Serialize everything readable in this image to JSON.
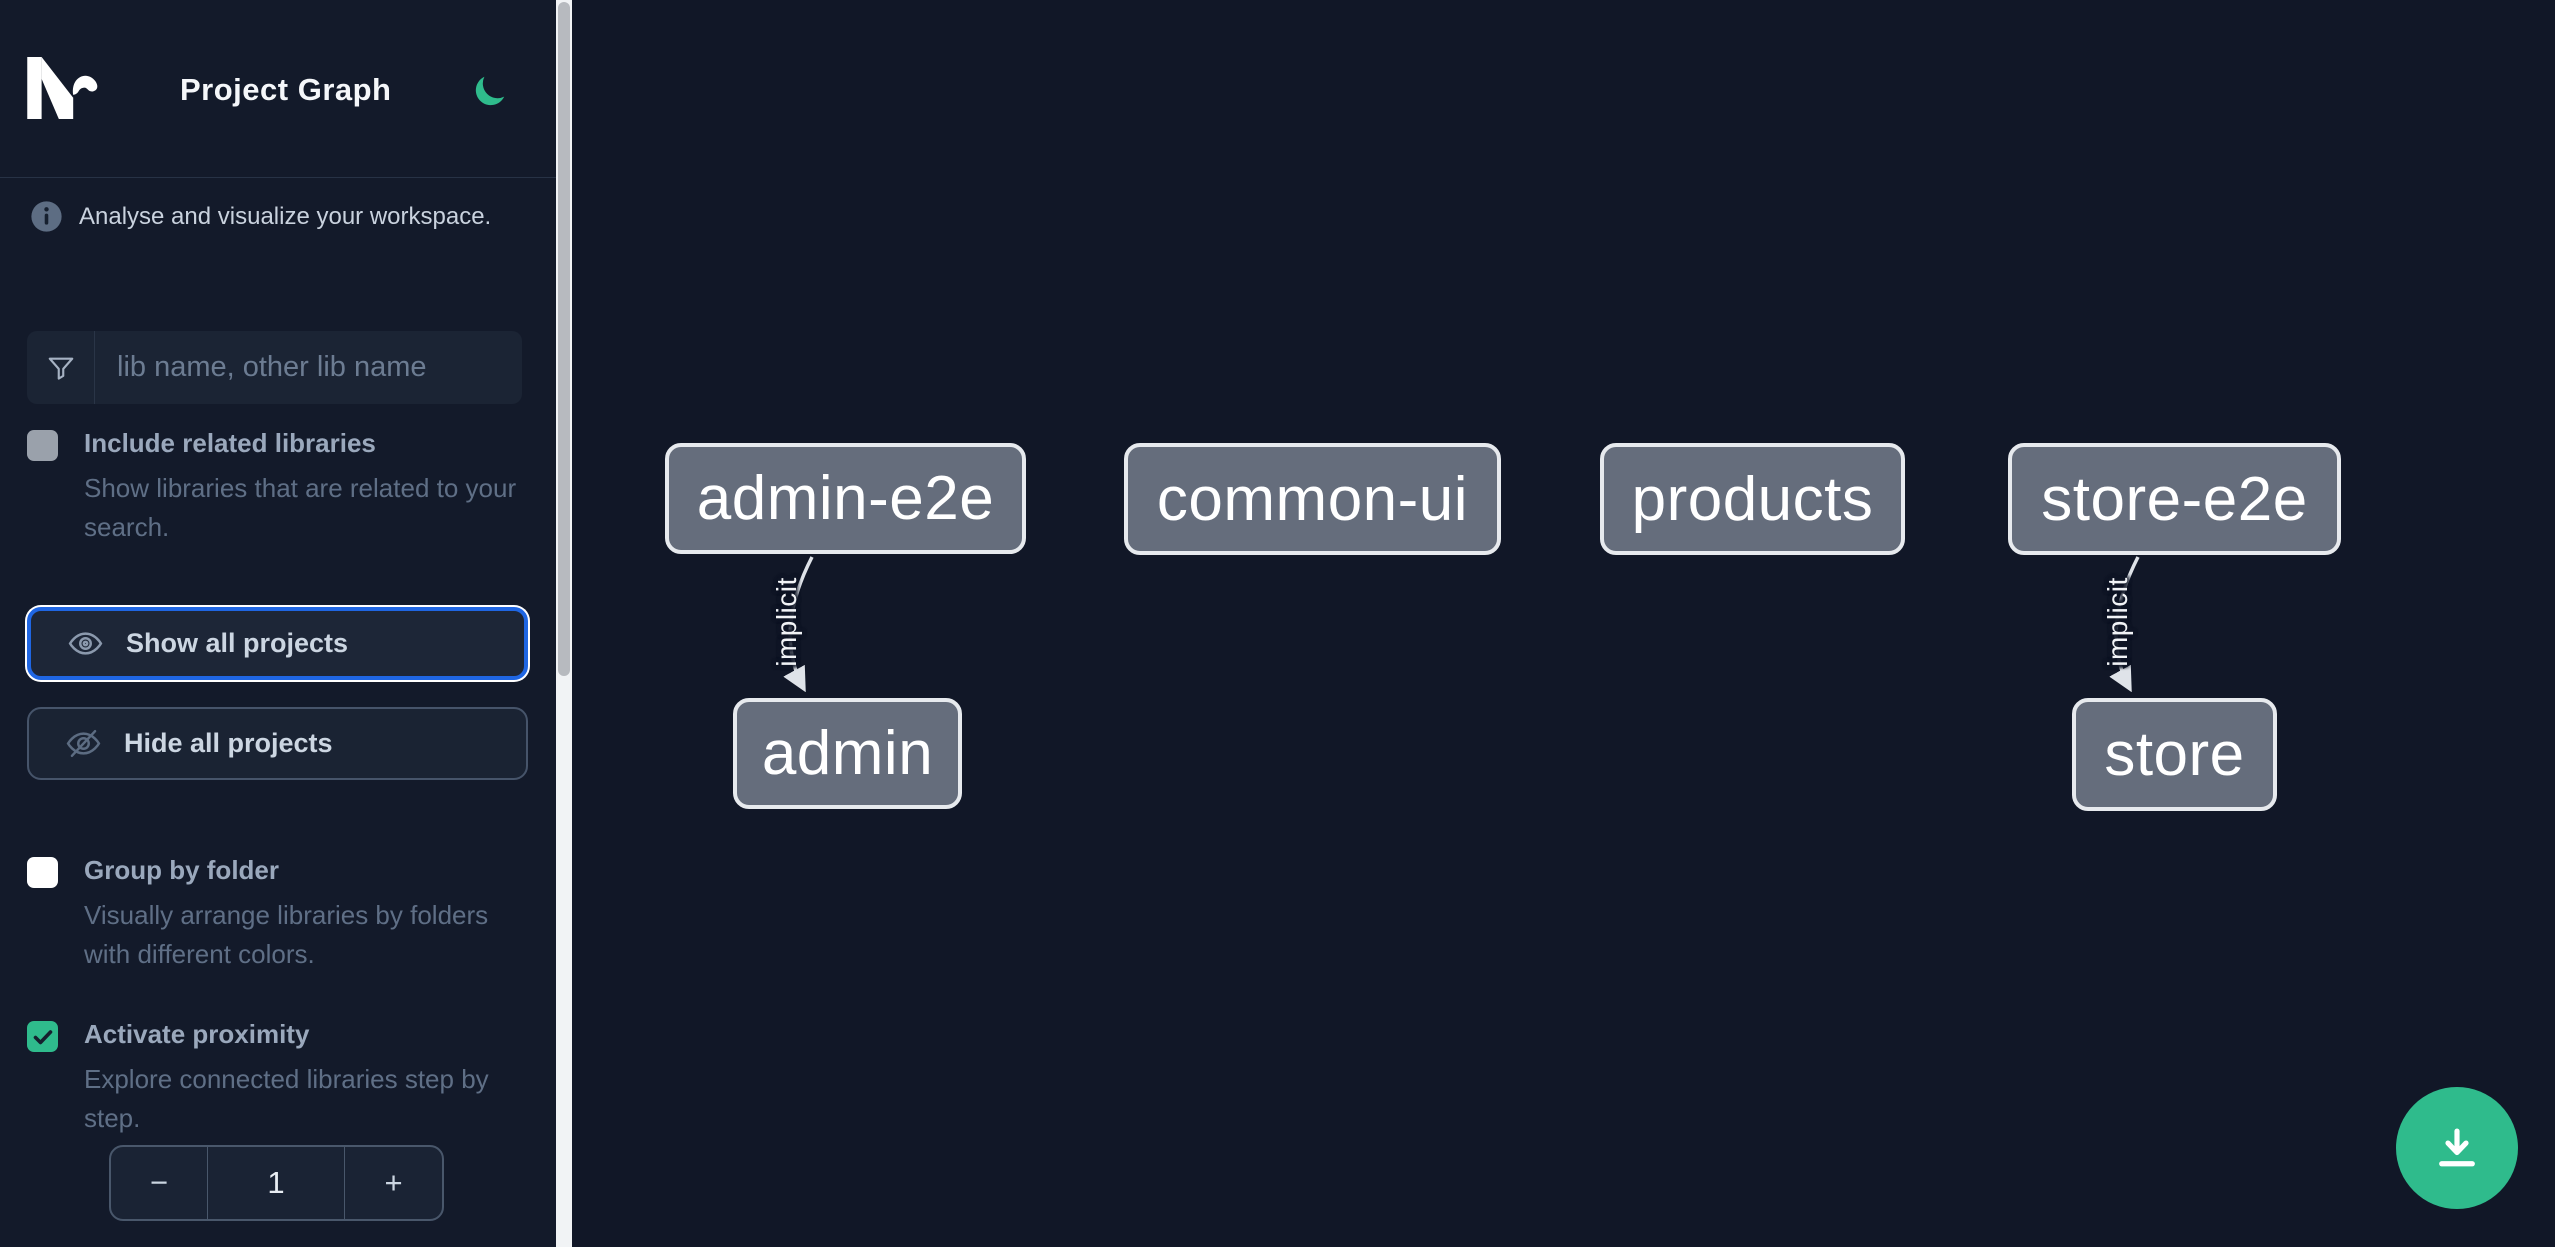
{
  "header": {
    "title": "Project Graph",
    "theme_icon": "moon-icon"
  },
  "sidebar": {
    "tagline": "Analyse and visualize your workspace.",
    "filter": {
      "placeholder": "lib name, other lib name",
      "value": "",
      "icon": "funnel-icon"
    },
    "checkboxes": [
      {
        "label": "Include related libraries",
        "description": "Show libraries that are related to your search.",
        "checked": false,
        "disabled": true
      },
      {
        "label": "Group by folder",
        "description": "Visually arrange libraries by folders with different colors.",
        "checked": false,
        "disabled": false
      },
      {
        "label": "Activate proximity",
        "description": "Explore connected libraries step by step.",
        "checked": true,
        "disabled": false
      }
    ],
    "buttons": {
      "show_all": "Show all projects",
      "hide_all": "Hide all projects",
      "show_all_focused": true
    },
    "stepper": {
      "decrement": "−",
      "value": "1",
      "increment": "+"
    }
  },
  "graph": {
    "nodes": [
      {
        "label": "admin-e2e"
      },
      {
        "label": "common-ui"
      },
      {
        "label": "products"
      },
      {
        "label": "store-e2e"
      },
      {
        "label": "admin"
      },
      {
        "label": "store"
      }
    ],
    "edges": [
      {
        "source": "admin-e2e",
        "target": "admin",
        "label": "implicit"
      },
      {
        "source": "store-e2e",
        "target": "store",
        "label": "implicit"
      }
    ]
  },
  "fab": {
    "icon": "download-icon"
  },
  "colors": {
    "accent_green": "#2fbb8c",
    "focus_blue": "#1f66e3",
    "node_fill": "#656d7c",
    "node_border": "#e7eaee",
    "canvas_bg": "#111727",
    "sidebar_bg": "#131a2a"
  }
}
